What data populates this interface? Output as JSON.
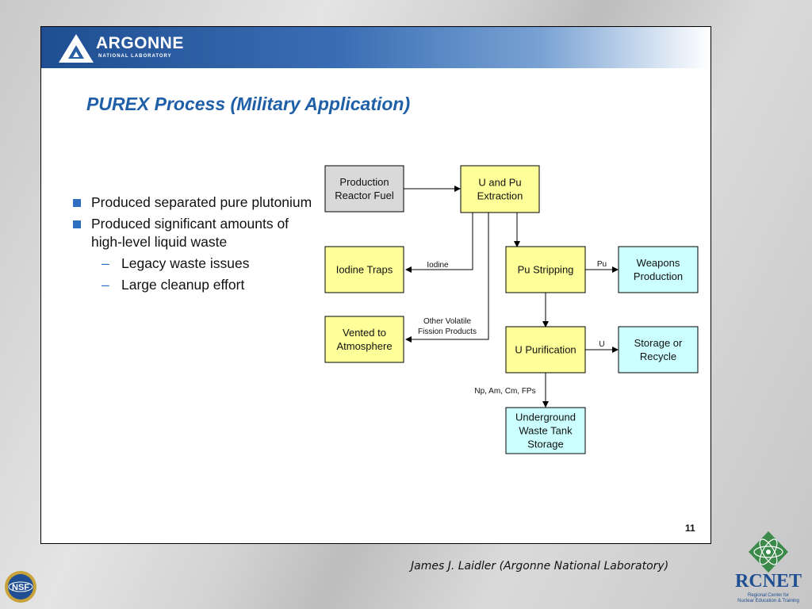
{
  "slide": {
    "org_name": "ARGONNE",
    "org_subtitle": "NATIONAL LABORATORY",
    "title": "PUREX Process (Military Application)",
    "page_number": "11"
  },
  "bullets": [
    {
      "text": "Produced separated pure plutonium",
      "subitems": []
    },
    {
      "text": "Produced significant amounts of high-level liquid waste",
      "subitems": [
        "Legacy waste issues",
        "Large cleanup effort"
      ]
    }
  ],
  "diagram": {
    "nodes": {
      "fuel": {
        "lines": [
          "Production",
          "Reactor Fuel"
        ],
        "fill": "#d9d9d9"
      },
      "extraction": {
        "lines": [
          "U and Pu",
          "Extraction"
        ],
        "fill": "#ffff99"
      },
      "iodine": {
        "lines": [
          "Iodine Traps"
        ],
        "fill": "#ffff99"
      },
      "vented": {
        "lines": [
          "Vented to",
          "Atmosphere"
        ],
        "fill": "#ffff99"
      },
      "stripping": {
        "lines": [
          "Pu Stripping"
        ],
        "fill": "#ffff99"
      },
      "purification": {
        "lines": [
          "U Purification"
        ],
        "fill": "#ffff99"
      },
      "weapons": {
        "lines": [
          "Weapons",
          "Production"
        ],
        "fill": "#ccffff"
      },
      "storage": {
        "lines": [
          "Storage or",
          "Recycle"
        ],
        "fill": "#ccffff"
      },
      "waste": {
        "lines": [
          "Underground",
          "Waste Tank",
          "Storage"
        ],
        "fill": "#ccffff"
      }
    },
    "edge_labels": {
      "iodine": [
        "Iodine"
      ],
      "volatile": [
        "Other Volatile",
        "Fission Products"
      ],
      "pu": [
        "Pu"
      ],
      "u": [
        "U"
      ],
      "waste": [
        "Np, Am, Cm, FPs"
      ]
    }
  },
  "footer": {
    "credit": "James J. Laidler (Argonne National Laboratory)",
    "nsf_logo_text": "NSF",
    "rcnet_name": "RCNET",
    "rcnet_subtitle": [
      "Regional Center for",
      "Nuclear Education & Training"
    ]
  }
}
